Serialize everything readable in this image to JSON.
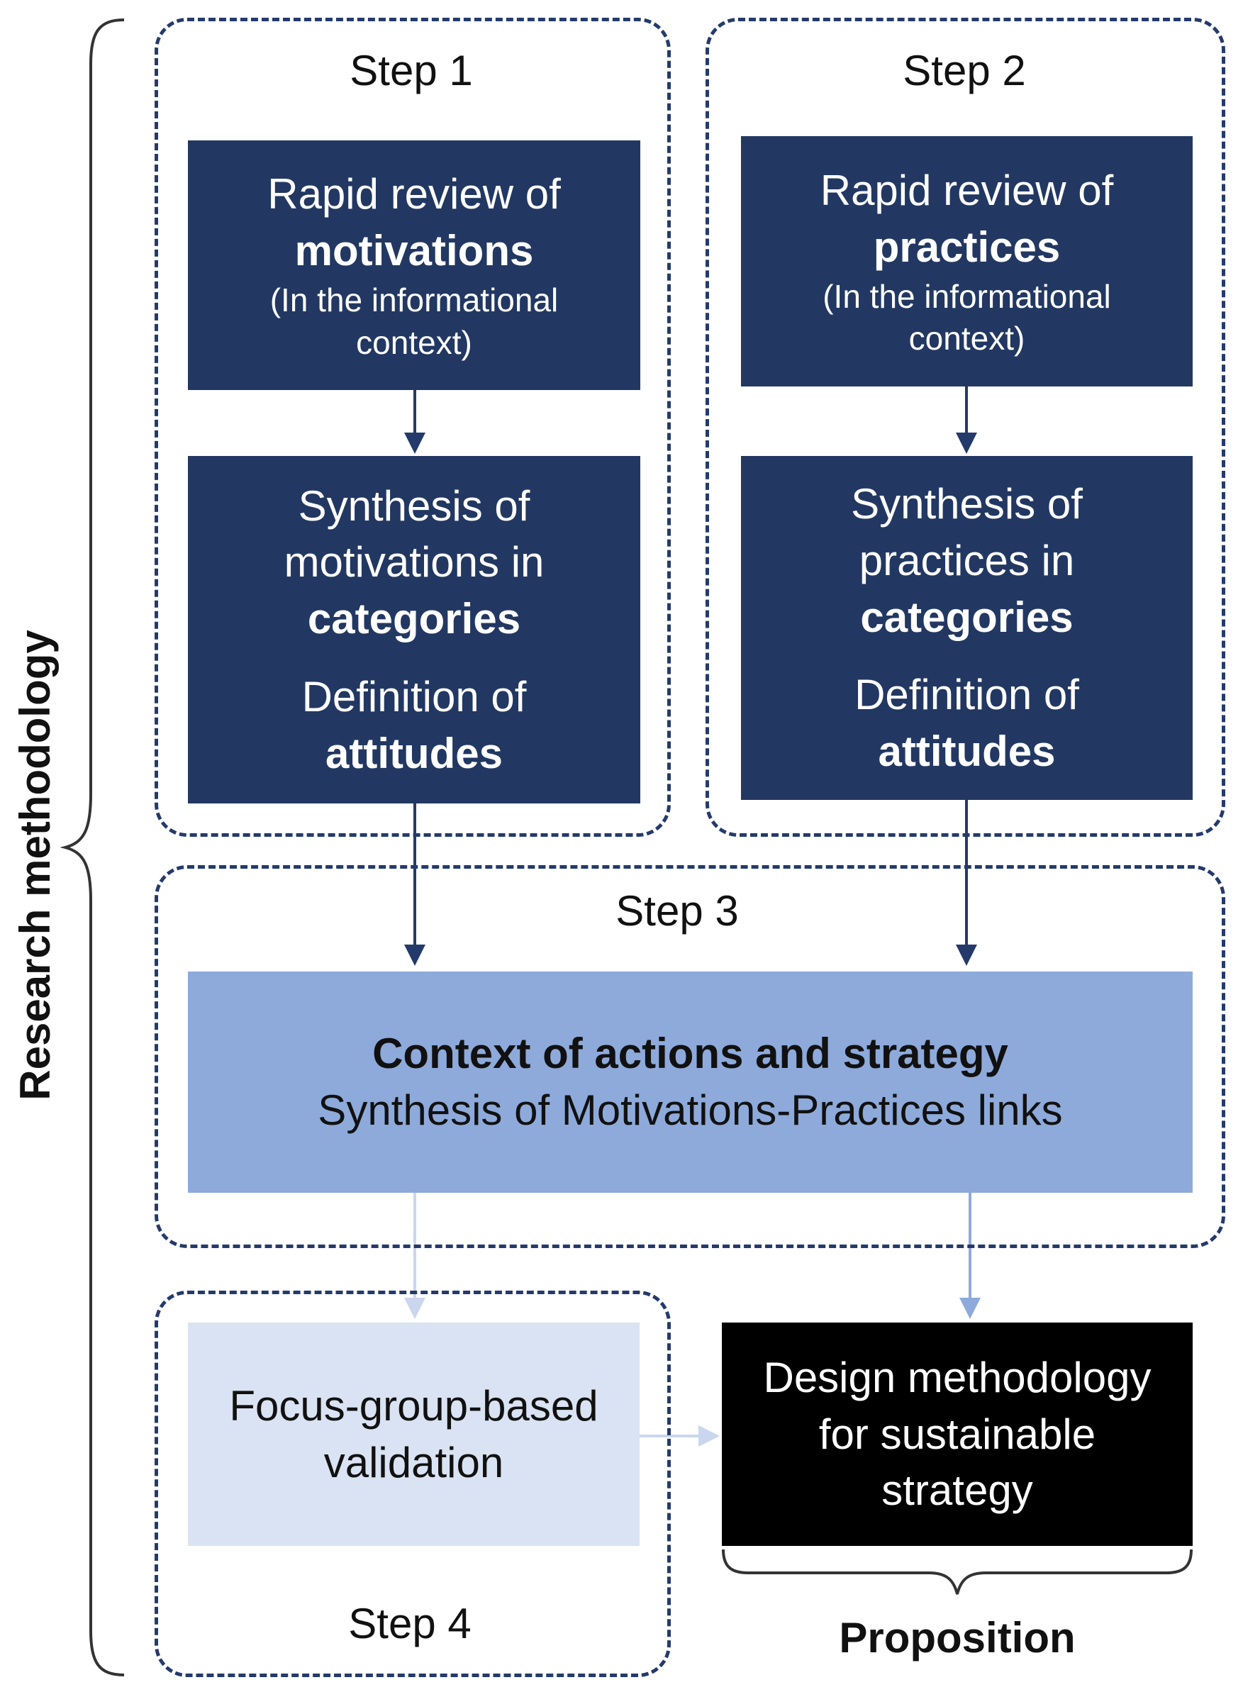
{
  "side_label": "Research methodology",
  "steps": {
    "step1": "Step 1",
    "step2": "Step 2",
    "step3": "Step 3",
    "step4": "Step 4"
  },
  "step1_review": {
    "line1": "Rapid review of",
    "bold": "motivations",
    "small": "(In the informational context)"
  },
  "step1_synthesis": {
    "line1": "Synthesis of motivations in",
    "bold1": "categories",
    "line2": "Definition of",
    "bold2": "attitudes"
  },
  "step2_review": {
    "line1": "Rapid review of",
    "bold": "practices",
    "small": "(In the informational context)"
  },
  "step2_synthesis": {
    "line1": "Synthesis of practices in",
    "bold1": "categories",
    "line2": "Definition of",
    "bold2": "attitudes"
  },
  "context_box": {
    "bold": "Context of actions and strategy",
    "line": "Synthesis of Motivations-Practices links"
  },
  "validation_box": {
    "text": "Focus-group-based validation"
  },
  "design_box": {
    "text": "Design methodology for sustainable strategy"
  },
  "proposition_label": "Proposition",
  "colors": {
    "dark_navy": "#223862",
    "medium_blue": "#8eaadb",
    "pale_blue": "#dae3f3",
    "black": "#000000",
    "dashed_border": "#243a6b"
  }
}
